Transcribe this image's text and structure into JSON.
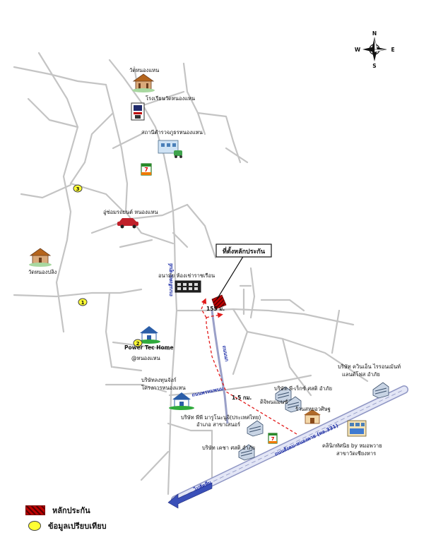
{
  "compass": {
    "n": "N",
    "s": "S",
    "e": "E",
    "w": "W"
  },
  "callout": {
    "label": "ที่ตั้งหลักประกัน"
  },
  "markers": {
    "m1": "1",
    "m2": "2",
    "m3": "3"
  },
  "distances": {
    "d155": "155 ม.",
    "d15": "1.5 กม."
  },
  "roads": {
    "main_highway": "ถนนสังคม-หนองคาย (ทล.331)",
    "right_arrow": "ไปสัตหีบ",
    "vertical_road": "ถนนสังคม-ศูนย์",
    "soi_road": "ถนนนก",
    "side_road": "ถนนพรหมพนม"
  },
  "places": {
    "temple_nongkhae": "วัดหนองแหน",
    "school": "โรงเรียนวัดหนองแหน",
    "police": "สถานีตำรวจภูธรหนองแหน",
    "garage": "อู่ซ่อมรถยนต์ หนองแหน",
    "temple_west": "วัดหนองปลิง",
    "apartment": "อนามัย ห้องเช่าราชเรือน",
    "power_tec_1": "Power Tec Home",
    "power_tec_2": "@หนองแหน",
    "project_1": "บริษัทลงทุนจังก์",
    "project_2": "โครงการหนองแหน",
    "company_a_1": "บริษัท พีพี มารูโนะนูจิ(ประเทศไทย)",
    "company_a_2": "อำเภอ สาขาเสนอร์",
    "company_b": "บริษัท เคชา ศสติ อำภัย",
    "company_c": "บริษัท พี-เร็กซ์ ศสติ อำภัย",
    "company_d_1": "บริษัท ควินเอ็น ไรรอนเม้นท์",
    "company_d_2": "แลนด์โฟส อำภัย",
    "shop_1": "ดิจิพนแมนซ์",
    "shop_2": "ร้านสหยอวศิษฐ",
    "clinic_1": "คลินิกทัศนิย by หมอพวาย",
    "clinic_2": "สาขาวัดเซียงหาร"
  },
  "legend": {
    "collateral": "หลักประกัน",
    "comparable": "ข้อมูลเปรียบเทียบ"
  },
  "colors": {
    "road": "#c4c4c4",
    "highway_border": "#9aa0c8",
    "highway_fill": "#dfe3f6",
    "route": "#e21b1b",
    "marker": "#ffff33",
    "collateral": "#c00000"
  }
}
